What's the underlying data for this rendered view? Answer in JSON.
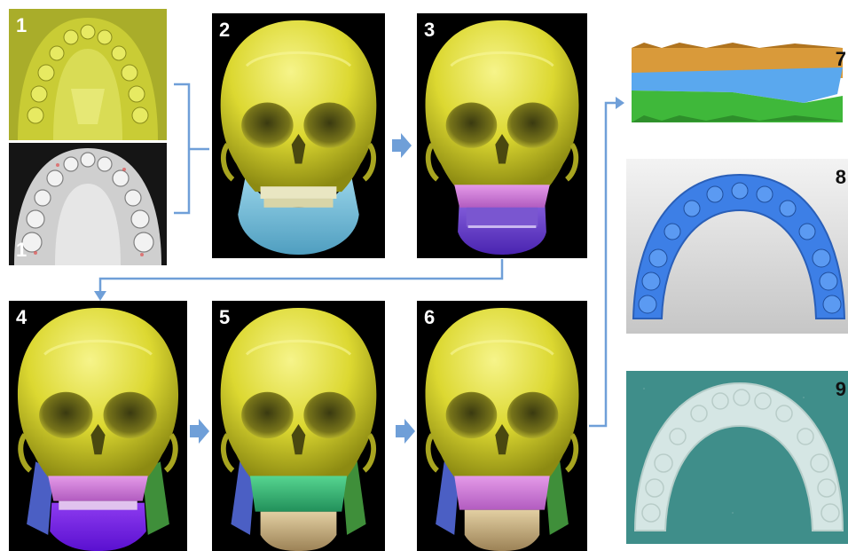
{
  "panels": [
    {
      "id": "1",
      "label": "1"
    },
    {
      "id": "2",
      "label": "2"
    },
    {
      "id": "3",
      "label": "3"
    },
    {
      "id": "4",
      "label": "4"
    },
    {
      "id": "5",
      "label": "5"
    },
    {
      "id": "6",
      "label": "6"
    },
    {
      "id": "7",
      "label": "7"
    },
    {
      "id": "8",
      "label": "8"
    },
    {
      "id": "9",
      "label": "9"
    }
  ],
  "colors": {
    "skull": "#e6e33a",
    "mandible_original": "#78c8e0",
    "maxillary_segment": "#d07ad8",
    "mandible_planned": "#6a38c8",
    "splint_intermediate": "#2fb873",
    "mandible_final": "#c9ad79",
    "ramus_left": "#4b5fc4",
    "ramus_right": "#3f8f3a",
    "wafer_digital": "#3d7fe6",
    "arrow": "#6f9fd8"
  },
  "icons": {
    "connector": "bracket-connector-icon",
    "flow": "flow-arrow-icon"
  }
}
